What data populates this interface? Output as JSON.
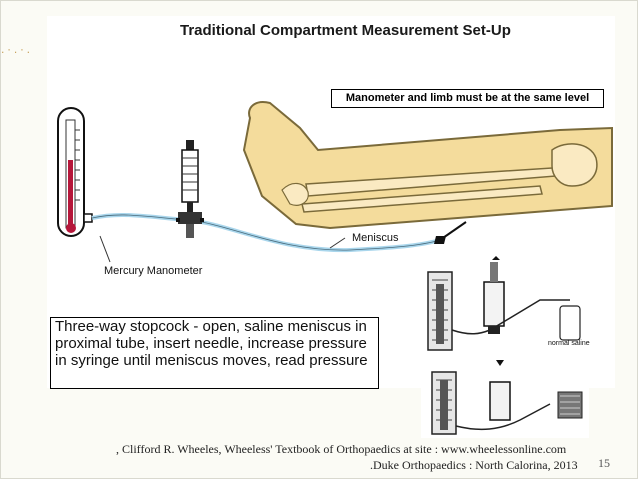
{
  "slide": {
    "title": "Traditional Compartment Measurement Set-Up",
    "level_note": "Manometer and limb must be at the same level",
    "caption_lines": [
      "Three-way stopcock - open, saline meniscus in",
      "proximal tube,  insert needle, increase pressure",
      "in syringe until meniscus moves, read pressure"
    ],
    "labels": {
      "meniscus": "Meniscus",
      "manometer": "Mercury Manometer",
      "saline": "normal saline"
    },
    "citation_line1": ", Clifford R. Wheeles, Wheeless' Textbook of Orthopaedics at site : www.wheelessonline.com",
    "citation_line2": ".Duke Orthopaedics : North Calorina, 2013",
    "page_number": "15"
  },
  "colors": {
    "leg_fill": "#f4dc9c",
    "leg_outline": "#7a6a3a",
    "mercury": "#b5163a",
    "tubing": "#a9d6ec"
  },
  "icons": [
    "mercury-manometer-icon",
    "syringe-icon",
    "stopcock-icon",
    "leg-icon",
    "needle-icon",
    "saline-bag-icon"
  ]
}
